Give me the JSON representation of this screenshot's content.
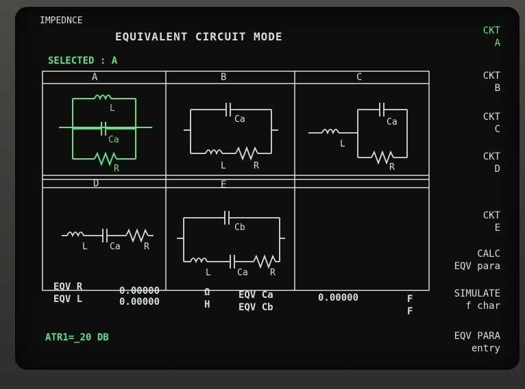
{
  "header": {
    "mode_label": "IMPEDNCE",
    "title": "EQUIVALENT CIRCUIT MODE",
    "selected": "SELECTED : A"
  },
  "circuits": {
    "a": {
      "header": "A",
      "label_l": "L",
      "label_ca": "Ca",
      "label_r": "R"
    },
    "b": {
      "header": "B",
      "label_l": "L",
      "label_ca": "Ca",
      "label_r": "R"
    },
    "c": {
      "header": "C",
      "label_l": "L",
      "label_ca": "Ca",
      "label_r": "R"
    },
    "d": {
      "header": "D",
      "label_l": "L",
      "label_ca": "Ca",
      "label_r": "R"
    },
    "e": {
      "header": "E",
      "label_l": "L",
      "label_ca": "Ca",
      "label_cb": "Cb",
      "label_r": "R"
    }
  },
  "params": {
    "eqv_r_label": "EQV R",
    "eqv_r_value": "0.00000",
    "eqv_r_unit": "Ω",
    "eqv_l_label": "EQV L",
    "eqv_l_value": "0.00000",
    "eqv_l_unit": "H",
    "eqv_ca_label": "EQV Ca",
    "eqv_ca_value": "0.00000",
    "eqv_ca_unit": "F",
    "eqv_cb_label": "EQV Cb",
    "eqv_cb_unit": "F"
  },
  "status": {
    "atr": "ATR1=_20 DB"
  },
  "softkeys": [
    {
      "line1": "CKT",
      "line2": "A"
    },
    {
      "line1": "CKT",
      "line2": "B"
    },
    {
      "line1": "CKT",
      "line2": "C"
    },
    {
      "line1": "CKT",
      "line2": "D"
    },
    {
      "line1": "CKT",
      "line2": "E"
    },
    {
      "line1": "CALC",
      "line2": "EQV para"
    },
    {
      "line1": "SIMULATE",
      "line2": "f char"
    },
    {
      "line1": "EQV PARA",
      "line2": "entry"
    }
  ],
  "colors": {
    "highlight": "#5fe08a",
    "text": "#d8dcdc",
    "background": "#0d0f0d"
  }
}
